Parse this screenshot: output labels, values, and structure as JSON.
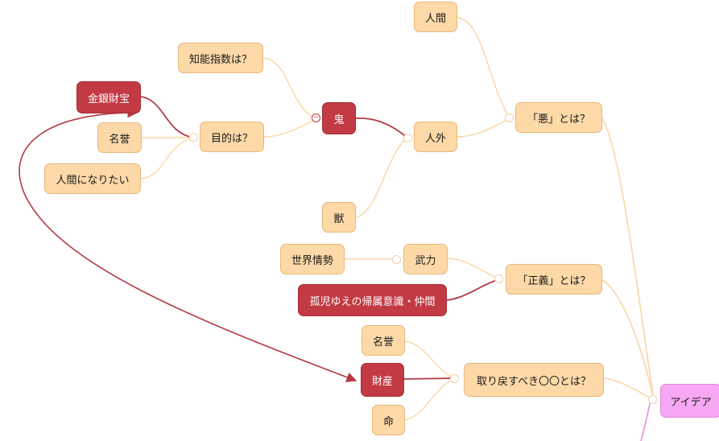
{
  "diagram": {
    "root": {
      "label": "アイデア"
    },
    "branches": {
      "evil": {
        "label": "「悪」とは？",
        "human": "人間",
        "nonhuman": "人外",
        "oni": "鬼",
        "beast": "獣",
        "iq": "知能指数は？",
        "purpose": "目的は？",
        "treasure": "金銀財宝",
        "honor": "名誉",
        "become_human": "人間になりたい"
      },
      "justice": {
        "label": "「正義」とは？",
        "force": "武力",
        "world": "世界情勢",
        "belonging": "孤児ゆえの帰属意識・仲間"
      },
      "reclaim": {
        "label": "取り戻すべき〇〇とは？",
        "honor": "名誉",
        "property": "財産",
        "life": "命"
      }
    },
    "colors": {
      "node_fill": "#fdd9a8",
      "node_border": "#e8b77c",
      "highlight_fill": "#c23a43",
      "root_fill": "#f7a8f2",
      "link": "#fbd5a6",
      "highlight_link": "#b43a44"
    }
  }
}
